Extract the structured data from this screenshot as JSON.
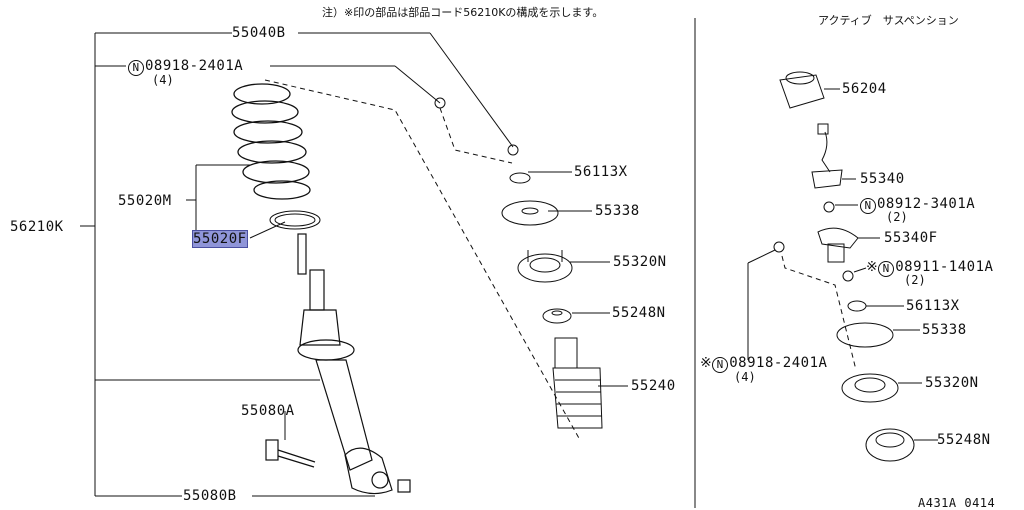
{
  "header": {
    "note": "注）※印の部品は部品コード56210Kの構成を示します。",
    "section_title": "アクティブ　サスペンション"
  },
  "parts": {
    "n_mark": "N",
    "p56210k": "56210K",
    "p55040b": "55040B",
    "p08918_2401a": "08918-2401A",
    "qty4": "(4)",
    "p55020m": "55020M",
    "p55020f": "55020F",
    "p55080a": "55080A",
    "p55080b": "55080B",
    "p56113x": "56113X",
    "p55338": "55338",
    "p55320n": "55320N",
    "p55248n": "55248N",
    "p55240": "55240"
  },
  "active": {
    "ref_mark": "※",
    "p56204": "56204",
    "p55340": "55340",
    "p08912_3401a": "08912-3401A",
    "qty2": "(2)",
    "p55340f": "55340F",
    "p08911_1401a": "08911-1401A",
    "p56113x": "56113X",
    "p55338": "55338",
    "p08918_2401a": "08918-2401A",
    "qty4": "(4)",
    "p55320n": "55320N",
    "p55248n": "55248N"
  },
  "footer": {
    "code": "A431A 0414"
  },
  "colors": {
    "highlight": "#8f95d8",
    "line": "#111111"
  }
}
